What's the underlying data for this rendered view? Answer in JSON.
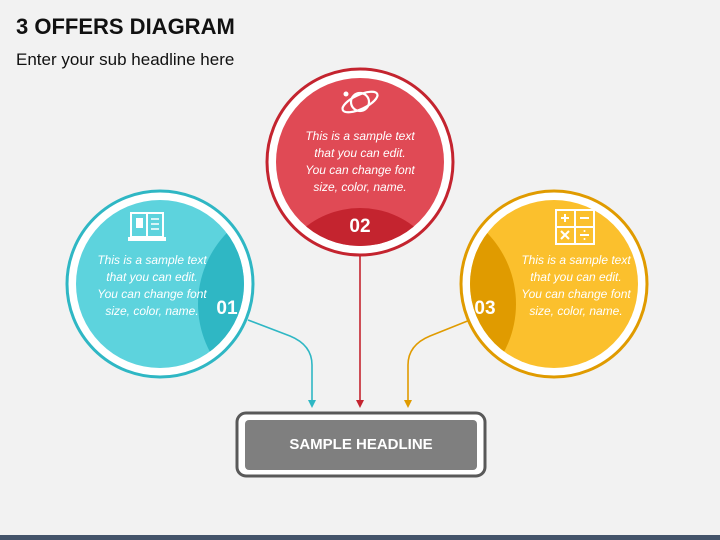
{
  "header": {
    "title": "3 OFFERS DIAGRAM",
    "subtitle": "Enter your sub headline here"
  },
  "offers": [
    {
      "number": "01",
      "text_lines": [
        "This is a sample text",
        "that you can edit.",
        "You can change font",
        "size, color, name."
      ],
      "icon": "book-icon",
      "color": "#5dd3dd",
      "accent": "#2fb7c4"
    },
    {
      "number": "02",
      "text_lines": [
        "This is a sample text",
        "that you can edit.",
        "You can change font",
        "size, color, name."
      ],
      "icon": "planet-icon",
      "color": "#e04a55",
      "accent": "#c4242f"
    },
    {
      "number": "03",
      "text_lines": [
        "This is a sample text",
        "that you can edit.",
        "You can change font",
        "size, color, name."
      ],
      "icon": "calculator-icon",
      "color": "#fbc02d",
      "accent": "#e09b00"
    }
  ],
  "headline": {
    "label": "SAMPLE HEADLINE",
    "fill": "#7f7f7f",
    "border": "#595959"
  }
}
